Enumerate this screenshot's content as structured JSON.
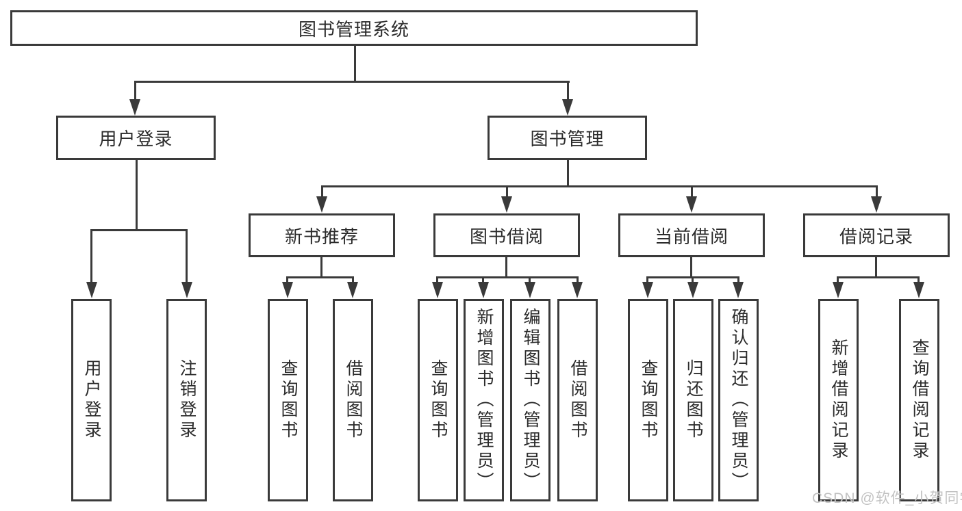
{
  "diagram": {
    "root": {
      "label": "图书管理系统",
      "children": [
        {
          "label": "用户登录",
          "children": [
            {
              "label": "用户登录"
            },
            {
              "label": "注销登录"
            }
          ]
        },
        {
          "label": "图书管理",
          "children": [
            {
              "label": "新书推荐",
              "children": [
                {
                  "label": "查询图书"
                },
                {
                  "label": "借阅图书"
                }
              ]
            },
            {
              "label": "图书借阅",
              "children": [
                {
                  "label": "查询图书"
                },
                {
                  "label": "新增图书（管理员）"
                },
                {
                  "label": "编辑图书（管理员）"
                },
                {
                  "label": "借阅图书"
                }
              ]
            },
            {
              "label": "当前借阅",
              "children": [
                {
                  "label": "查询图书"
                },
                {
                  "label": "归还图书"
                },
                {
                  "label": "确认归还（管理员）"
                }
              ]
            },
            {
              "label": "借阅记录",
              "children": [
                {
                  "label": "新增借阅记录"
                },
                {
                  "label": "查询借阅记录"
                }
              ]
            }
          ]
        }
      ]
    }
  },
  "watermark": {
    "text": "CSDN @软件_小贺同学"
  },
  "colors": {
    "line": "#3a3a3a",
    "text": "#2b2b2b",
    "background": "#ffffff",
    "watermark": "#c2c2c2"
  }
}
